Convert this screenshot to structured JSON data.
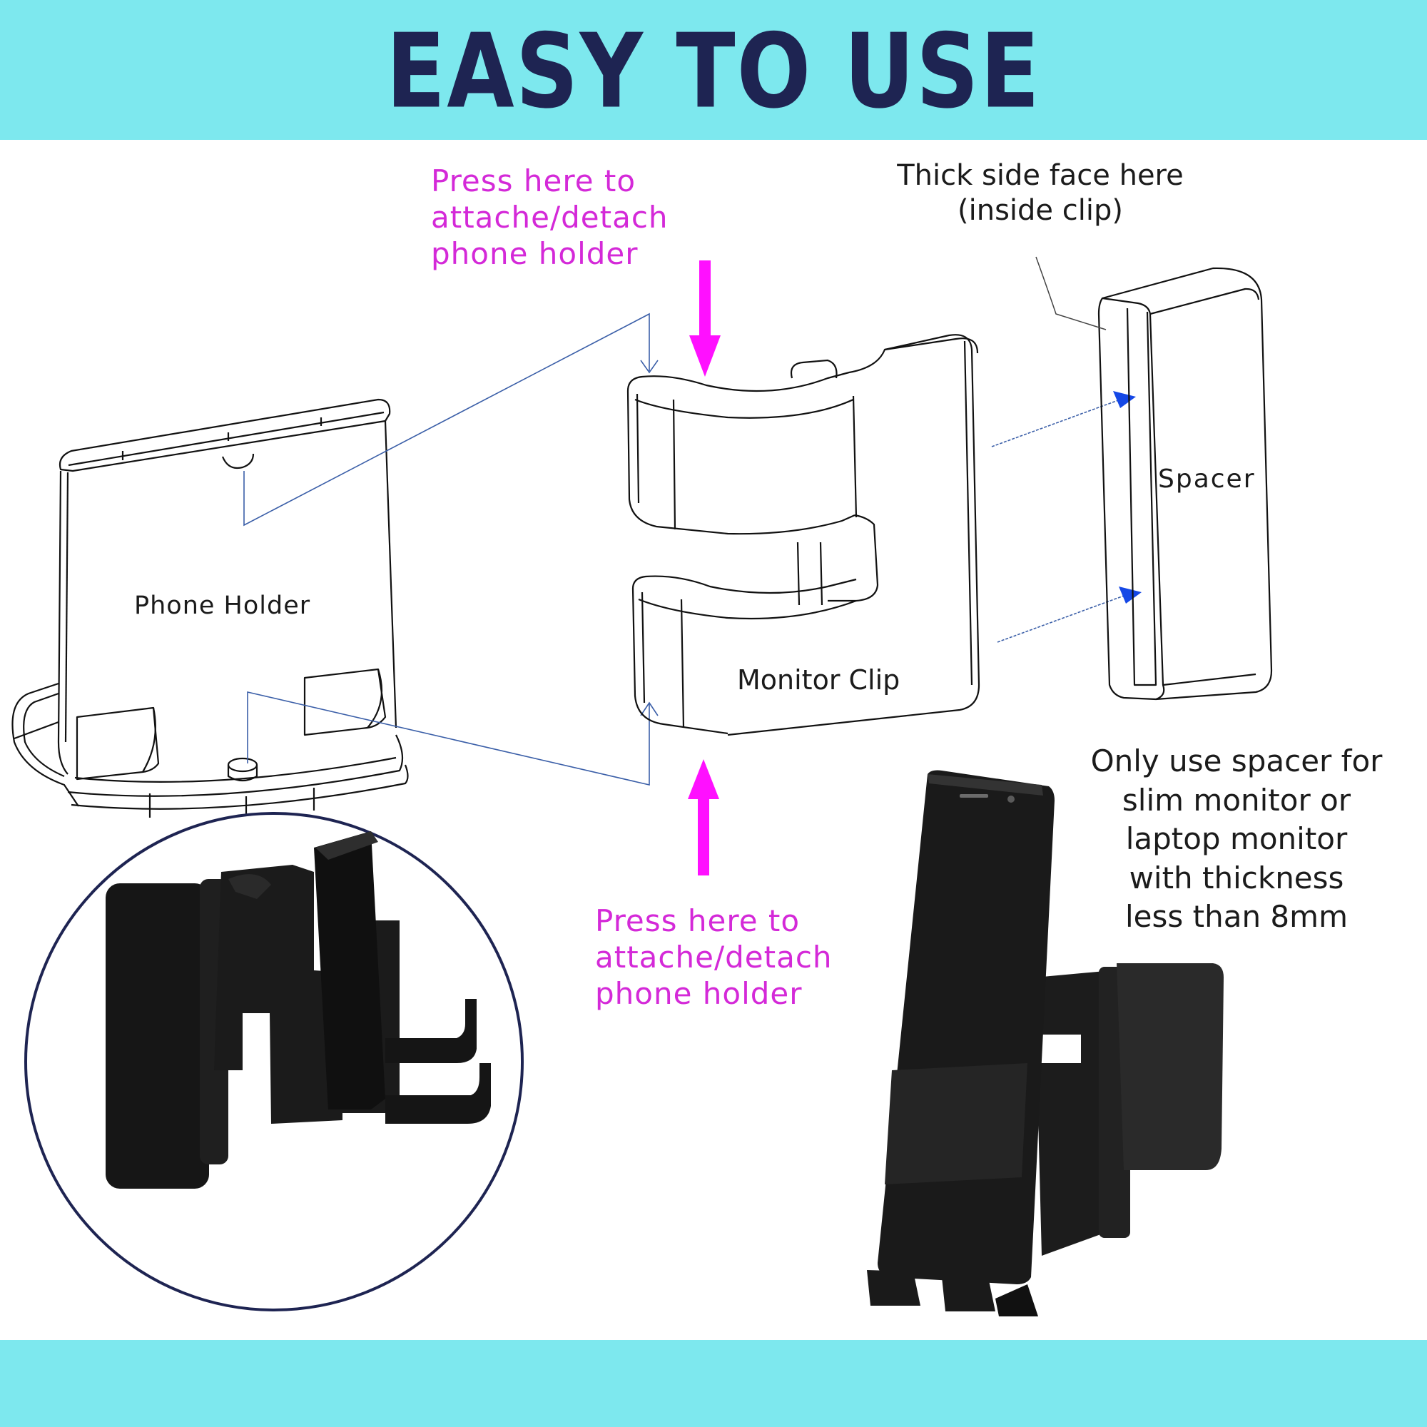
{
  "colors": {
    "band": "#7de8ee",
    "title": "#1e2452",
    "press_label": "#d429d8",
    "press_arrow": "#ff10ff",
    "leader_line": "#3b5fa8",
    "spacer_arrow": "#1548e6",
    "outline": "#111111",
    "product": "#151515",
    "photo_circle_border": "#1e2452"
  },
  "header": {
    "title": "EASY TO USE"
  },
  "diagram": {
    "press_top": {
      "text": "Press here to\nattache/detach\nphone holder",
      "arrow_direction": "down"
    },
    "press_bottom": {
      "text": "Press here to\nattache/detach\nphone holder",
      "arrow_direction": "up"
    },
    "thick_side_note": "Thick side face here\n(inside clip)",
    "parts": {
      "phone_holder": "Phone Holder",
      "monitor_clip": "Monitor Clip",
      "spacer": "Spacer"
    },
    "spacer_note": "Only use spacer for\nslim monitor or\nlaptop monitor\nwith thickness\nless than 8mm"
  },
  "photos": {
    "circle_photo": "assembled clip with spacer (side view)",
    "phone_photo": "smartphone standing in holder attached to clip"
  }
}
